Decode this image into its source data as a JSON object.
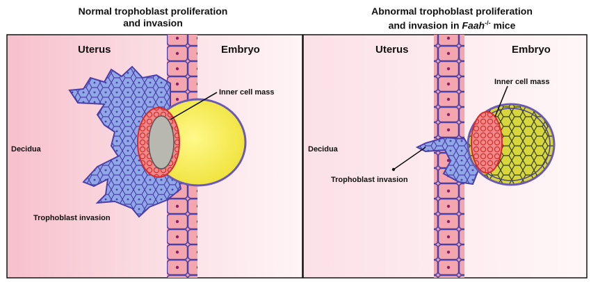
{
  "left_panel": {
    "title_line1": "Normal trophoblast proliferation",
    "title_line2": "and invasion",
    "uterus": "Uterus",
    "embryo": "Embryo",
    "decidua": "Decidua",
    "inner_cell_mass": "Inner cell mass",
    "trophoblast_invasion": "Trophoblast invasion"
  },
  "right_panel": {
    "title_line1": "Abnormal trophoblast proliferation",
    "title_line2_prefix": "and invasion in ",
    "title_gene": "Faah",
    "title_superscript": "-/-",
    "title_line2_suffix": " mice",
    "uterus": "Uterus",
    "embryo": "Embryo",
    "decidua": "Decidua",
    "inner_cell_mass": "Inner cell mass",
    "trophoblast_invasion": "Trophoblast invasion"
  },
  "colors": {
    "decidua_pink": "#f6c6d0",
    "epithelium_fill": "#f3a0a8",
    "cell_outline": "#4a3fa8",
    "trophoblast_blue": "#8fa6e6",
    "yolk_yellow": "#f4ee6a",
    "inner_cell_red": "#e74a4a",
    "embryo_yellow_green": "#d8d640"
  }
}
